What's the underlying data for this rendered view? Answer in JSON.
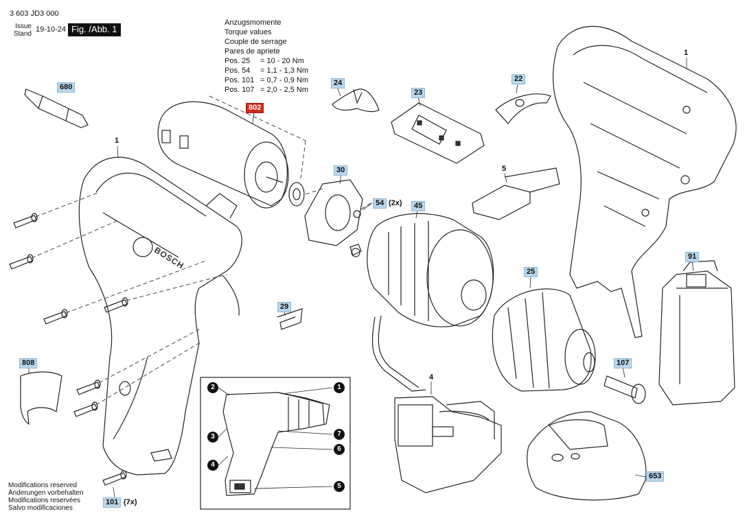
{
  "header": {
    "doc_number": "3 603 JD3 000",
    "issue_label_1": "Issue",
    "issue_label_2": "Stand",
    "issue_date": "19-10-24",
    "fig_label": "Fig. /Abb. 1"
  },
  "torque": {
    "lines": [
      "Anzugsmomente",
      "Torque values",
      "Couple de serrage",
      "Pares de apriete"
    ],
    "values": [
      {
        "pos": "Pos. 25",
        "val": "= 10 - 20 Nm"
      },
      {
        "pos": "Pos. 54",
        "val": "= 1,1 - 1,3 Nm"
      },
      {
        "pos": "Pos. 101",
        "val": "= 0,7 - 0,9 Nm"
      },
      {
        "pos": "Pos. 107",
        "val": "= 2,0 - 2,5 Nm"
      }
    ]
  },
  "footer": [
    "Modifications reserved",
    "Änderungen vorbehalten",
    "Modifications reservées",
    "Salvo modificaciones"
  ],
  "part_tags": {
    "p680": "680",
    "p1_left": "1",
    "p802": "802",
    "p24": "24",
    "p23": "23",
    "p22": "22",
    "p1_right": "1",
    "p30": "30",
    "p54": "54",
    "p54_qty": "(2x)",
    "p45": "45",
    "p5": "5",
    "p29": "29",
    "p25": "25",
    "p91": "91",
    "p808": "808",
    "p107": "107",
    "p4": "4",
    "p653": "653",
    "p101": "101",
    "p101_qty": "(7x)"
  },
  "inset_callouts": [
    "1",
    "2",
    "3",
    "4",
    "5",
    "6",
    "7"
  ],
  "brand_text": "BOSCH",
  "colors": {
    "tag_bg": "#b9d7ec",
    "tag_highlight": "#d22a1a",
    "fig_bg": "#111111"
  }
}
